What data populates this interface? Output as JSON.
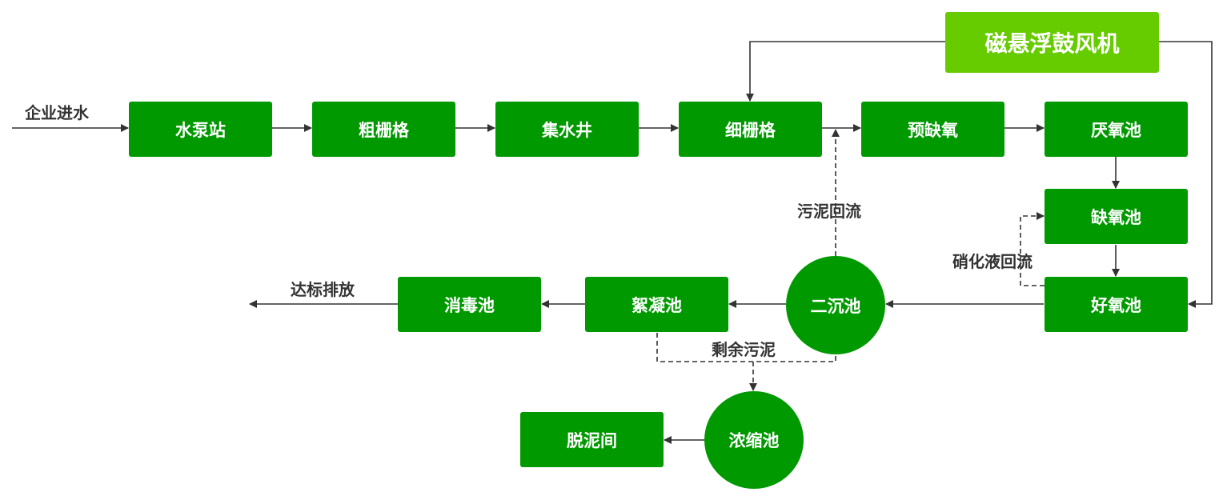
{
  "colors": {
    "node_fill": "#009900",
    "blower_fill": "#66cc00",
    "node_text": "#ffffff",
    "line": "#333333",
    "label_text": "#333333"
  },
  "nodes": {
    "pump_station": "水泵站",
    "coarse_screen": "粗栅格",
    "collection_well": "集水井",
    "fine_screen": "细栅格",
    "pre_anoxic": "预缺氧",
    "anaerobic_tank": "厌氧池",
    "anoxic_tank": "缺氧池",
    "aerobic_tank": "好氧池",
    "secondary_clarifier": "二沉池",
    "flocculation_tank": "絮凝池",
    "disinfection_tank": "消毒池",
    "thickener": "浓缩池",
    "dewatering_room": "脱泥间",
    "maglev_blower": "磁悬浮鼓风机"
  },
  "labels": {
    "influent": "企业进水",
    "discharge": "达标排放",
    "sludge_return": "污泥回流",
    "nitrified_return": "硝化液回流",
    "excess_sludge": "剩余污泥"
  }
}
